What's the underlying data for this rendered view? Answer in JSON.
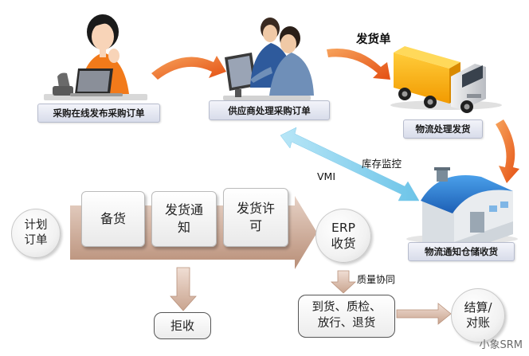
{
  "top_flow": {
    "buyer_caption": "采购在线发布采购订单",
    "supplier_caption": "供应商处理采购订单",
    "shipping_doc": "发货单",
    "logistics_caption": "物流处理发货",
    "warehouse_caption": "物流通知仓储收货",
    "inventory_monitor": "库存监控",
    "vmi": "VMI"
  },
  "bottom_flow": {
    "plan_order": "计划\n订单",
    "steps": [
      "备货",
      "发货通\n知",
      "发货许\n可"
    ],
    "erp_receipt": "ERP\n收货",
    "reject": "拒收",
    "quality_collab": "质量协同",
    "arrival_box": "到货、质检、\n放行、退货",
    "settlement": "结算/\n对账"
  },
  "watermark": "小象SRM",
  "colors": {
    "accent_orange": "#e8621e",
    "arrow_blue": "#8fd3ee",
    "arrow_brown": "#c9a48f"
  }
}
